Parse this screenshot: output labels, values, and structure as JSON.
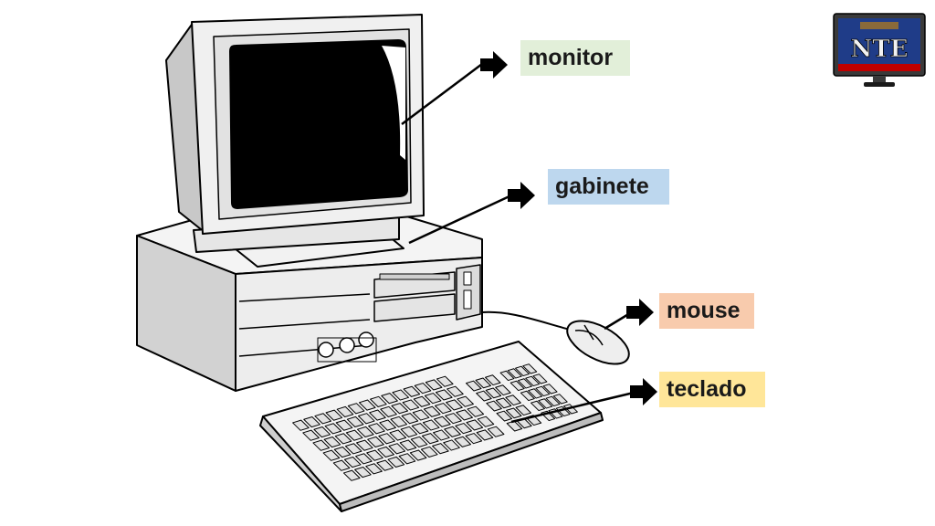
{
  "labels": {
    "monitor": "monitor",
    "gabinete": "gabinete",
    "mouse": "mouse",
    "teclado": "teclado"
  },
  "logo": {
    "letters": "NTE"
  },
  "colors": {
    "monitor_bg": "#e2efd9",
    "gabinete_bg": "#bdd7ee",
    "mouse_bg": "#f8cbad",
    "teclado_bg": "#ffe699",
    "outline": "#000000",
    "logo_frame": "#3a3a3a",
    "logo_screen": "#1f3c88",
    "logo_strip": "#c00000"
  }
}
